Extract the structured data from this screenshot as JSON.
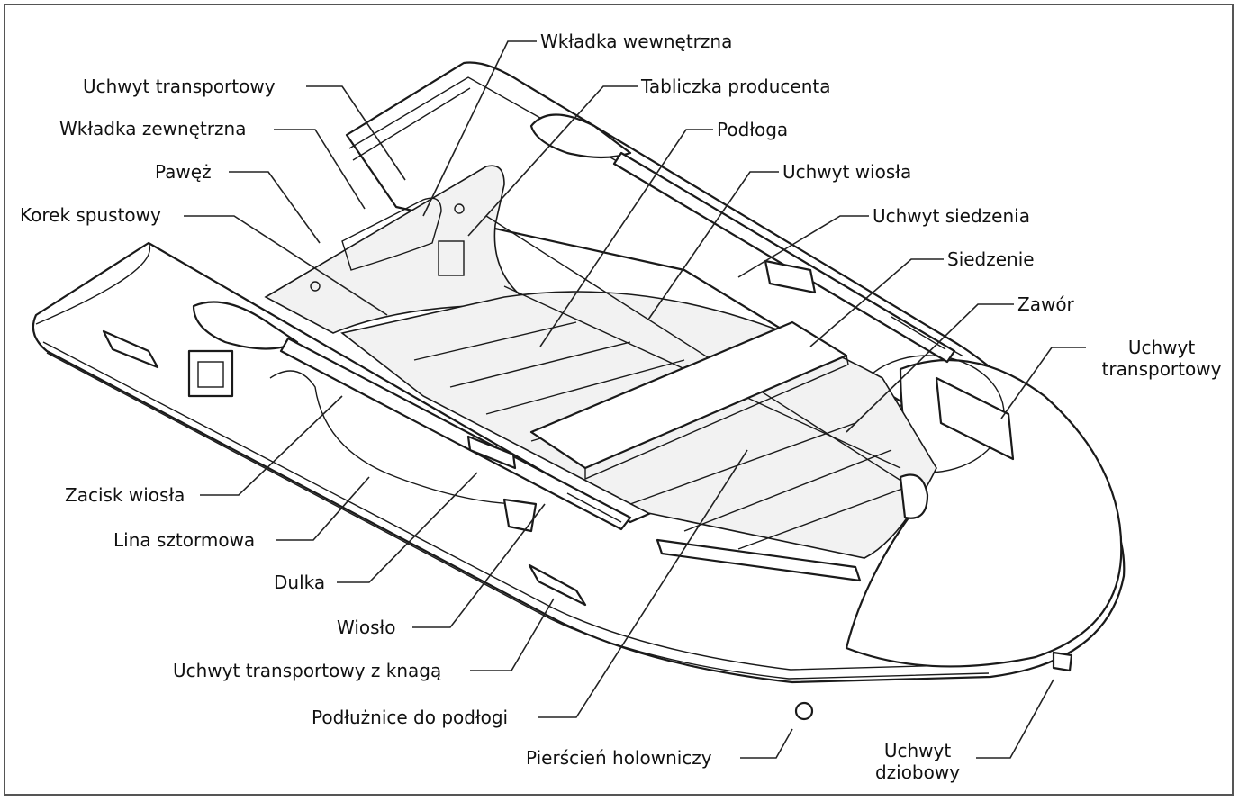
{
  "diagram": {
    "labels": {
      "wkladka_wewnetrzna": "Wkładka wewnętrzna",
      "uchwyt_transportowy_top": "Uchwyt transportowy",
      "tabliczka_producenta": "Tabliczka producenta",
      "wkladka_zewnetrzna": "Wkładka zewnętrzna",
      "podloga": "Podłoga",
      "pawez": "Pawęż",
      "uchwyt_wiosla": "Uchwyt wiosła",
      "korek_spustowy": "Korek spustowy",
      "uchwyt_siedzenia": "Uchwyt siedzenia",
      "siedzenie": "Siedzenie",
      "zawor": "Zawór",
      "uchwyt_transportowy_right": "Uchwyt transportowy",
      "zacisk_wiosla": "Zacisk wiosła",
      "lina_sztormowa": "Lina sztormowa",
      "dulka": "Dulka",
      "wioslo": "Wiosło",
      "uchwyt_transportowy_knaga": "Uchwyt transportowy z knagą",
      "podluznice": "Podłużnice do podłogi",
      "pierscien": "Pierścień holowniczy",
      "uchwyt_dziobowy": "Uchwyt dziobowy"
    },
    "colors": {
      "line": "#1a1a1a",
      "frame": "#555555",
      "background": "#ffffff"
    }
  }
}
